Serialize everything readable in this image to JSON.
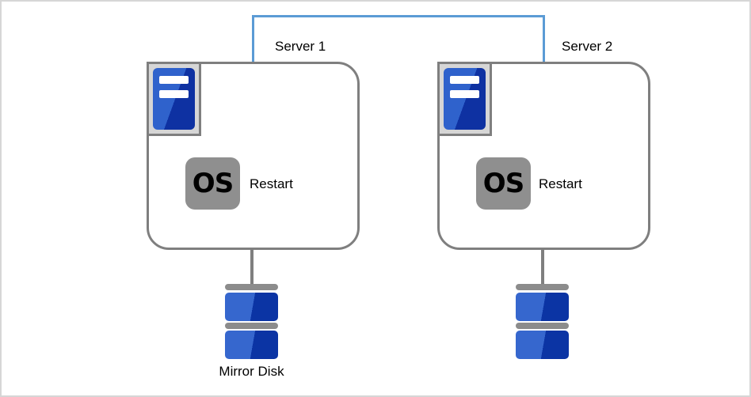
{
  "diagram": {
    "type": "cluster-architecture",
    "link": {
      "name": "server-interconnect",
      "color": "#5b9bd5"
    },
    "servers": [
      {
        "label": "Server 1",
        "os_text": "OS",
        "action_text": "Restart"
      },
      {
        "label": "Server 2",
        "os_text": "OS",
        "action_text": "Restart"
      }
    ],
    "disks": {
      "left_label": "Mirror Disk"
    },
    "colors": {
      "canvas_border": "#d6d6d6",
      "box_border": "#7f7f7f",
      "icon_frame_bg": "#d6d6d6",
      "tower_light": "#2f62cc",
      "tower_dark": "#0e31a2",
      "platter_light": "#3667ce",
      "platter_dark": "#0b34a4",
      "gray_bar": "#8c8c8c",
      "os_badge_bg": "#8f8f8f"
    }
  }
}
